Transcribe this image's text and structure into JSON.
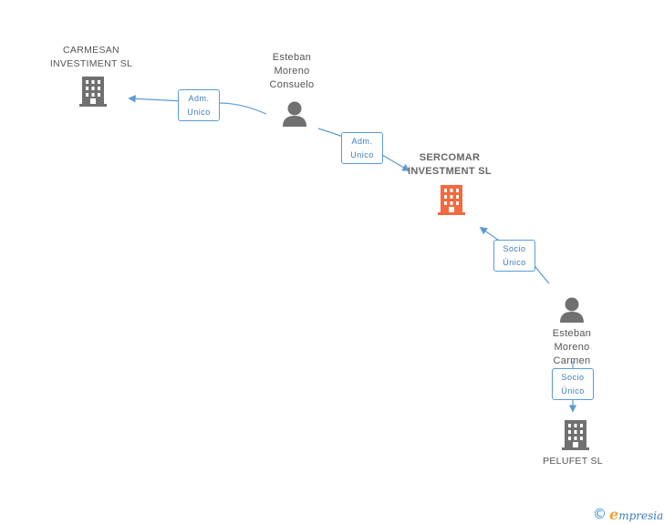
{
  "nodes": {
    "carmesan": {
      "lines": [
        "CARMESAN",
        "INVESTIMENT SL"
      ]
    },
    "esteban_consuelo": {
      "lines": [
        "Esteban",
        "Moreno",
        "Consuelo"
      ]
    },
    "sercomar": {
      "lines": [
        "SERCOMAR",
        "INVESTMENT SL"
      ]
    },
    "esteban_carmen": {
      "lines": [
        "Esteban",
        "Moreno",
        "Carmen"
      ]
    },
    "pelufet": {
      "lines": [
        "PELUFET SL"
      ]
    }
  },
  "edges": {
    "adm1": {
      "lines": [
        "Adm.",
        "Unico"
      ]
    },
    "adm2": {
      "lines": [
        "Adm.",
        "Unico"
      ]
    },
    "socio1": {
      "lines": [
        "Socio",
        "Único"
      ]
    },
    "socio2": {
      "lines": [
        "Socio",
        "Único"
      ]
    }
  },
  "colors": {
    "line": "#5b9bd5",
    "company_icon": "#707070",
    "main_company_icon": "#f26a3d",
    "person_icon": "#707070"
  },
  "footer": {
    "copyright": "©",
    "brand_initial": "e",
    "brand_rest": "mpresia"
  }
}
